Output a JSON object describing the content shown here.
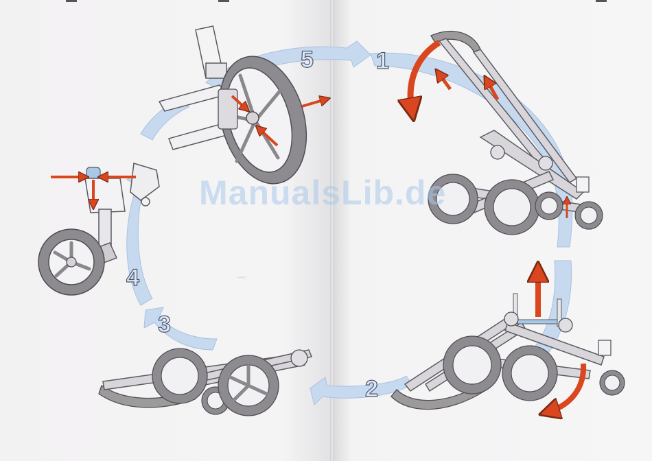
{
  "manual": {
    "step_numbers": [
      "1",
      "2",
      "3",
      "4",
      "5"
    ],
    "watermark": "ManualsLib.de",
    "pencil_mark": "ᴳᴬᴹᵞ"
  },
  "colors": {
    "cycle_arrow": "#c6d9ef",
    "cycle_arrow_edge": "#a8c1df",
    "action_arrow": "#d9461f",
    "frame": "#c9c6cb",
    "frame_edge": "#5b5a60",
    "tire": "#8e8b90",
    "handle_grip": "#9d9a9b"
  },
  "icons": {
    "cycle": "circular-process-arrow",
    "actions": "red-action-arrow"
  }
}
